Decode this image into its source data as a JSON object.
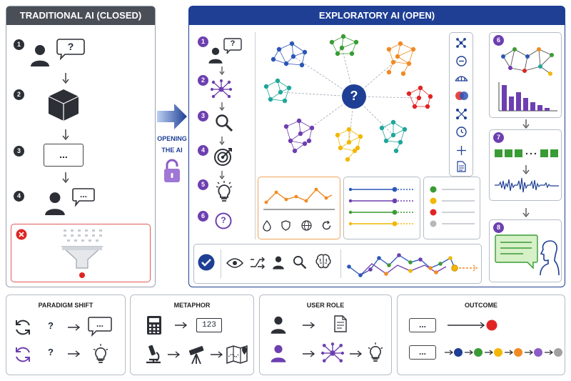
{
  "traditional": {
    "title": "TRADITIONAL AI (CLOSED)",
    "steps": [
      "1",
      "2",
      "3",
      "4"
    ],
    "prompt_mark": "?",
    "output_text": "..."
  },
  "transition": {
    "label_line1": "OPENING",
    "label_line2": "THE AI"
  },
  "exploratory": {
    "title": "EXPLORATORY AI (OPEN)",
    "steps": [
      "1",
      "2",
      "3",
      "4",
      "5",
      "6",
      "7",
      "8"
    ],
    "center_mark": "?",
    "step6_mark": "?"
  },
  "bottom": {
    "paradigm_shift": {
      "title": "PARADIGM SHIFT",
      "mark": "?",
      "output": "..."
    },
    "metaphor": {
      "title": "METAPHOR",
      "number": "123"
    },
    "user_role": {
      "title": "USER ROLE"
    },
    "outcome": {
      "title": "OUTCOME",
      "box": "..."
    }
  },
  "colors": {
    "dark": "#2c2f35",
    "blue_header": "#1f3f95",
    "purple": "#6d3fb0",
    "red": "#e02424",
    "blue": "#2b56b8",
    "green": "#3a9b35",
    "orange": "#f08a24",
    "yellow": "#f2b705",
    "teal": "#1ea69a",
    "grey": "#a0a0a0"
  },
  "icons": [
    "user-icon",
    "speech-bubble-icon",
    "cube-icon",
    "funnel-icon",
    "lock-icon",
    "network-icon",
    "search-icon",
    "target-icon",
    "lightbulb-icon",
    "eye-icon",
    "brain-icon",
    "check-icon",
    "calculator-icon",
    "microscope-icon",
    "telescope-icon",
    "map-icon",
    "document-icon",
    "cycle-icon"
  ]
}
